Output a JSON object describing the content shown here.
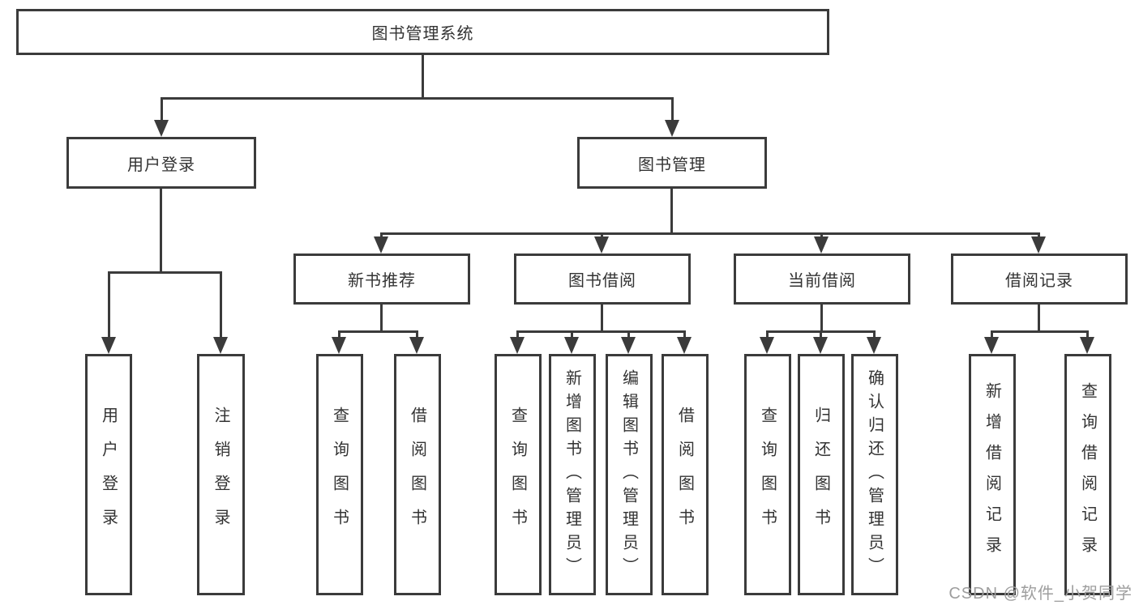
{
  "tree": {
    "root": "图书管理系统",
    "branches": [
      {
        "label": "用户登录",
        "children": [
          "用户登录",
          "注销登录"
        ]
      },
      {
        "label": "图书管理",
        "groups": [
          {
            "label": "新书推荐",
            "children": [
              "查询图书",
              "借阅图书"
            ]
          },
          {
            "label": "图书借阅",
            "children": [
              "查询图书",
              "新增图书（管理员）",
              "编辑图书（管理员）",
              "借阅图书"
            ]
          },
          {
            "label": "当前借阅",
            "children": [
              "查询图书",
              "归还图书",
              "确认归还（管理员）"
            ]
          },
          {
            "label": "借阅记录",
            "children": [
              "新增借阅记录",
              "查询借阅记录"
            ]
          }
        ]
      }
    ]
  },
  "watermark": {
    "text": "CSDN @软件_小贺同学"
  },
  "colors": {
    "line": "#3b3b3b",
    "text": "#333333",
    "watermark": "#9e9e9e",
    "background": "#ffffff"
  }
}
